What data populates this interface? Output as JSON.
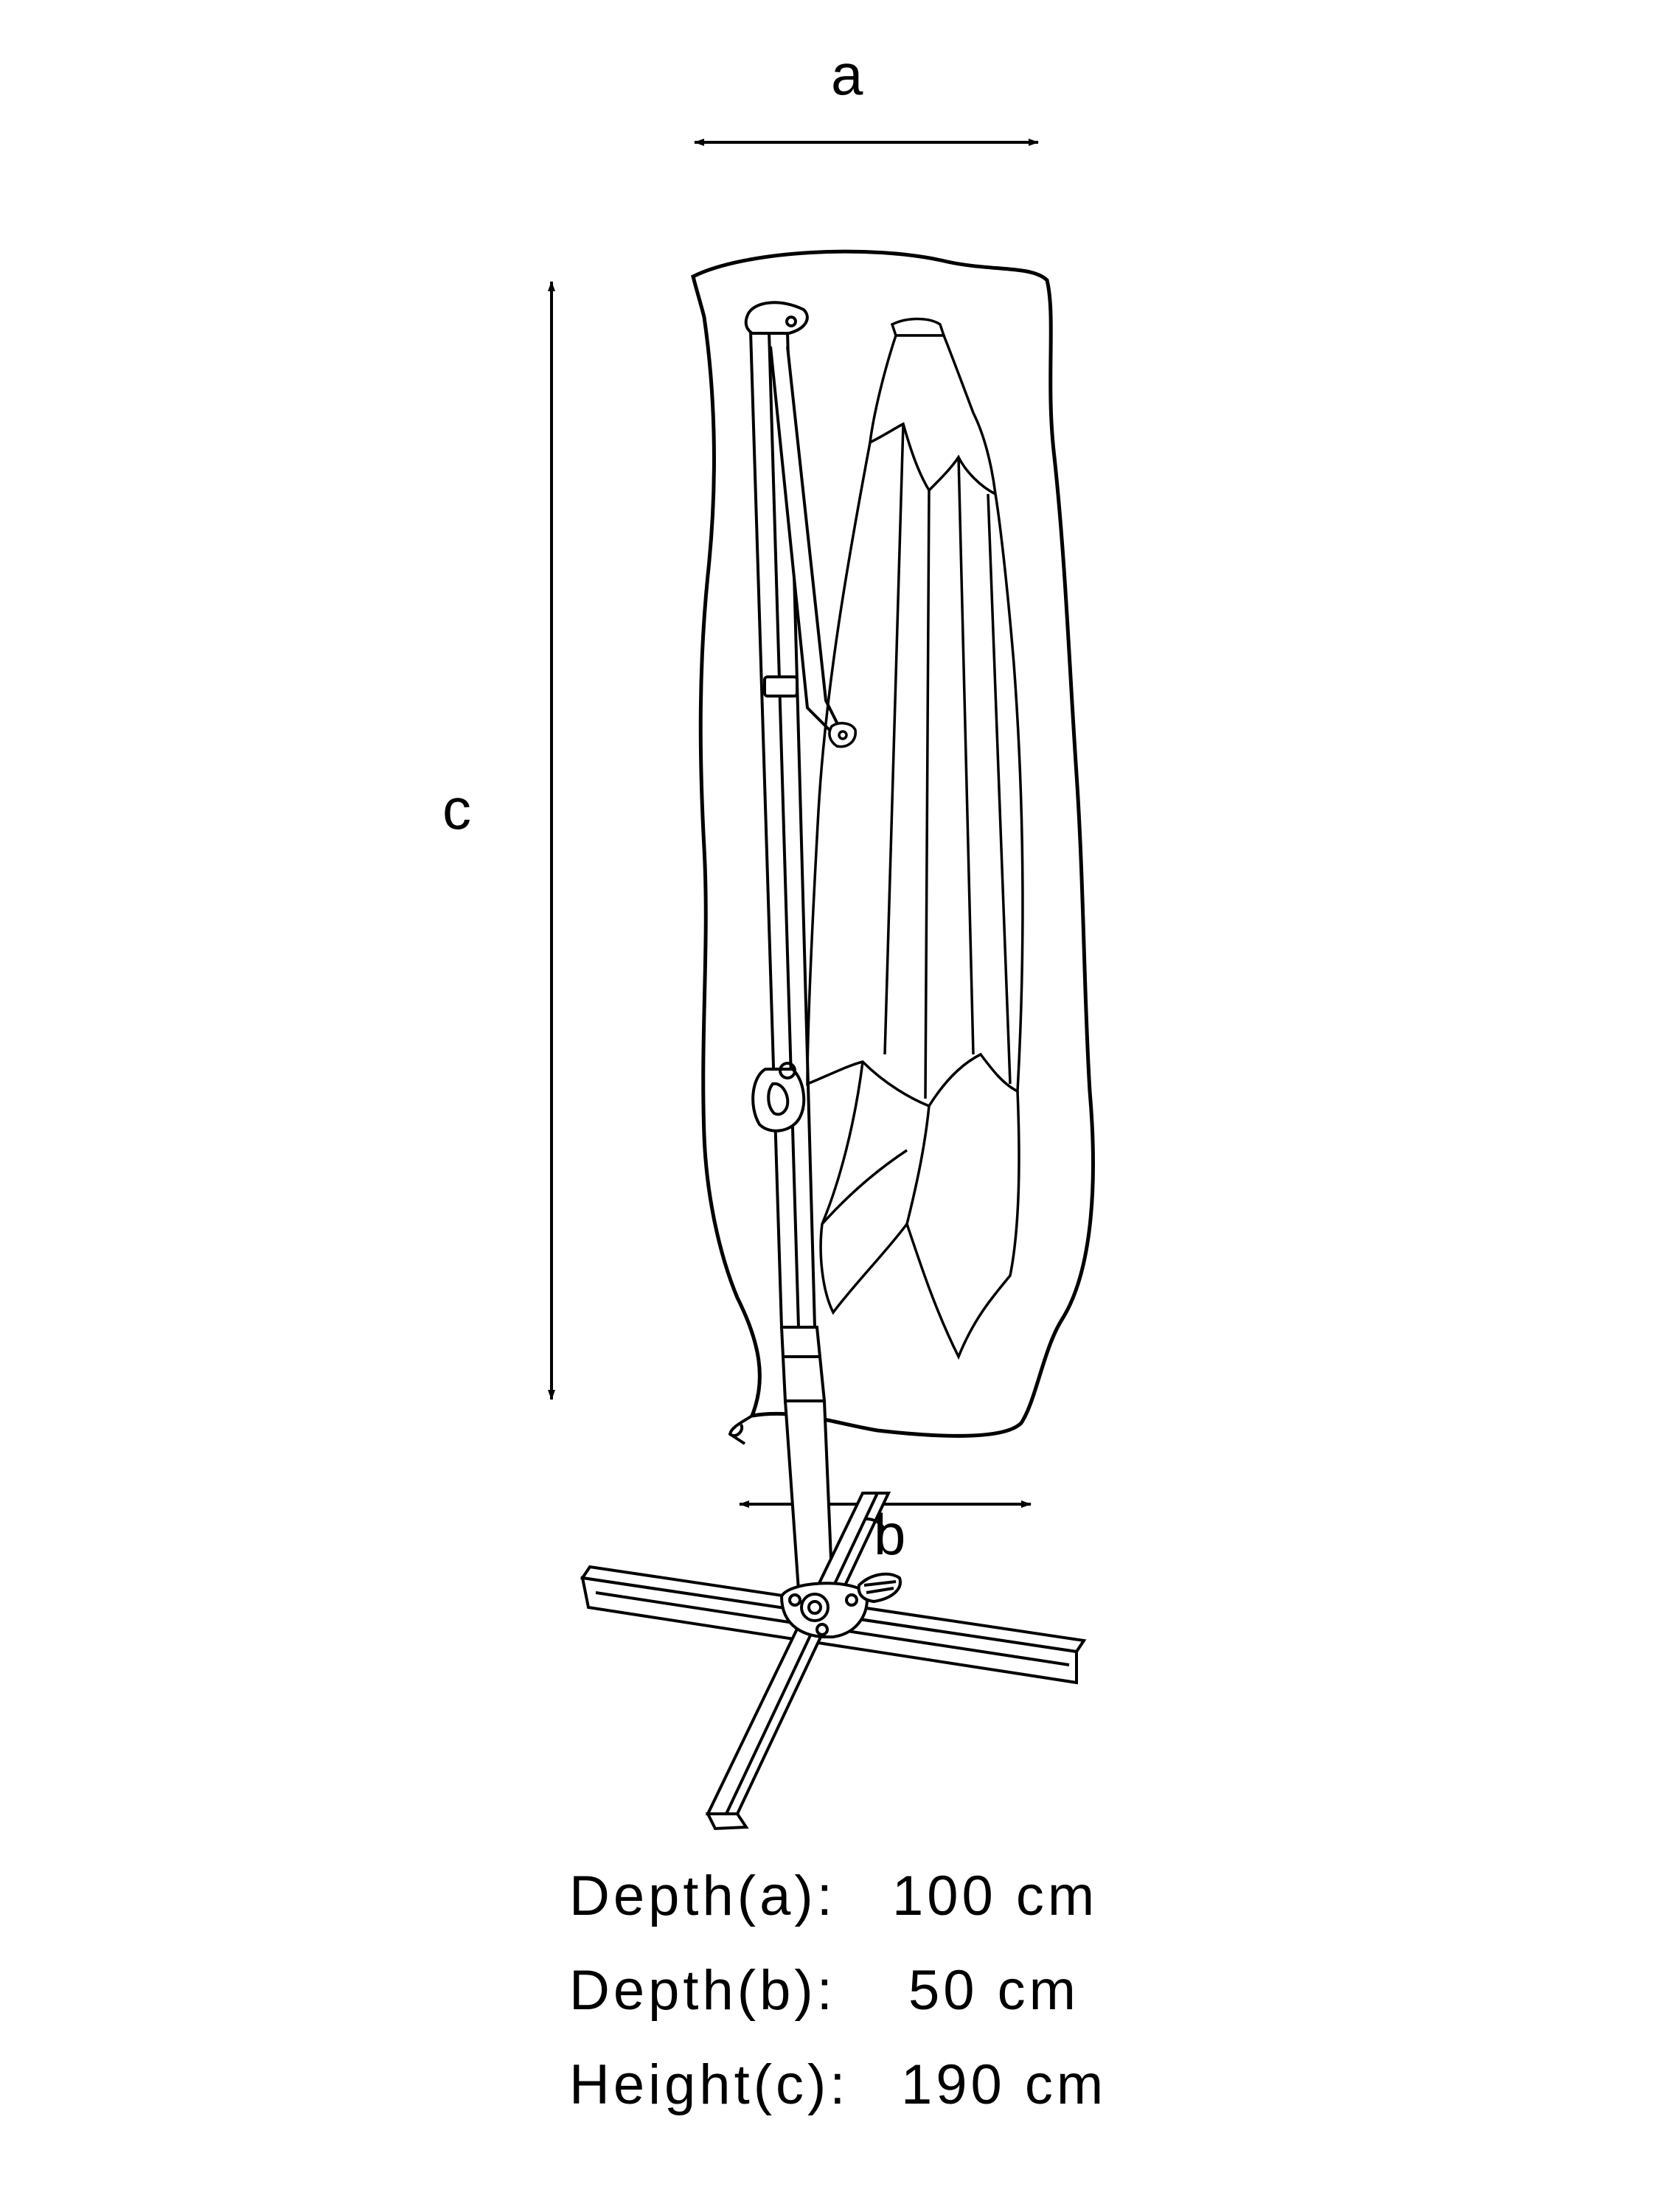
{
  "dimension_labels": {
    "a": "a",
    "b": "b",
    "c": "c"
  },
  "specs": [
    {
      "label": "Depth(a):",
      "value": "100 cm"
    },
    {
      "label": "Depth(b):",
      "value": "50 cm"
    },
    {
      "label": "Height(c):",
      "value": "190 cm"
    }
  ],
  "colors": {
    "line": "#000000",
    "background": "#ffffff"
  }
}
